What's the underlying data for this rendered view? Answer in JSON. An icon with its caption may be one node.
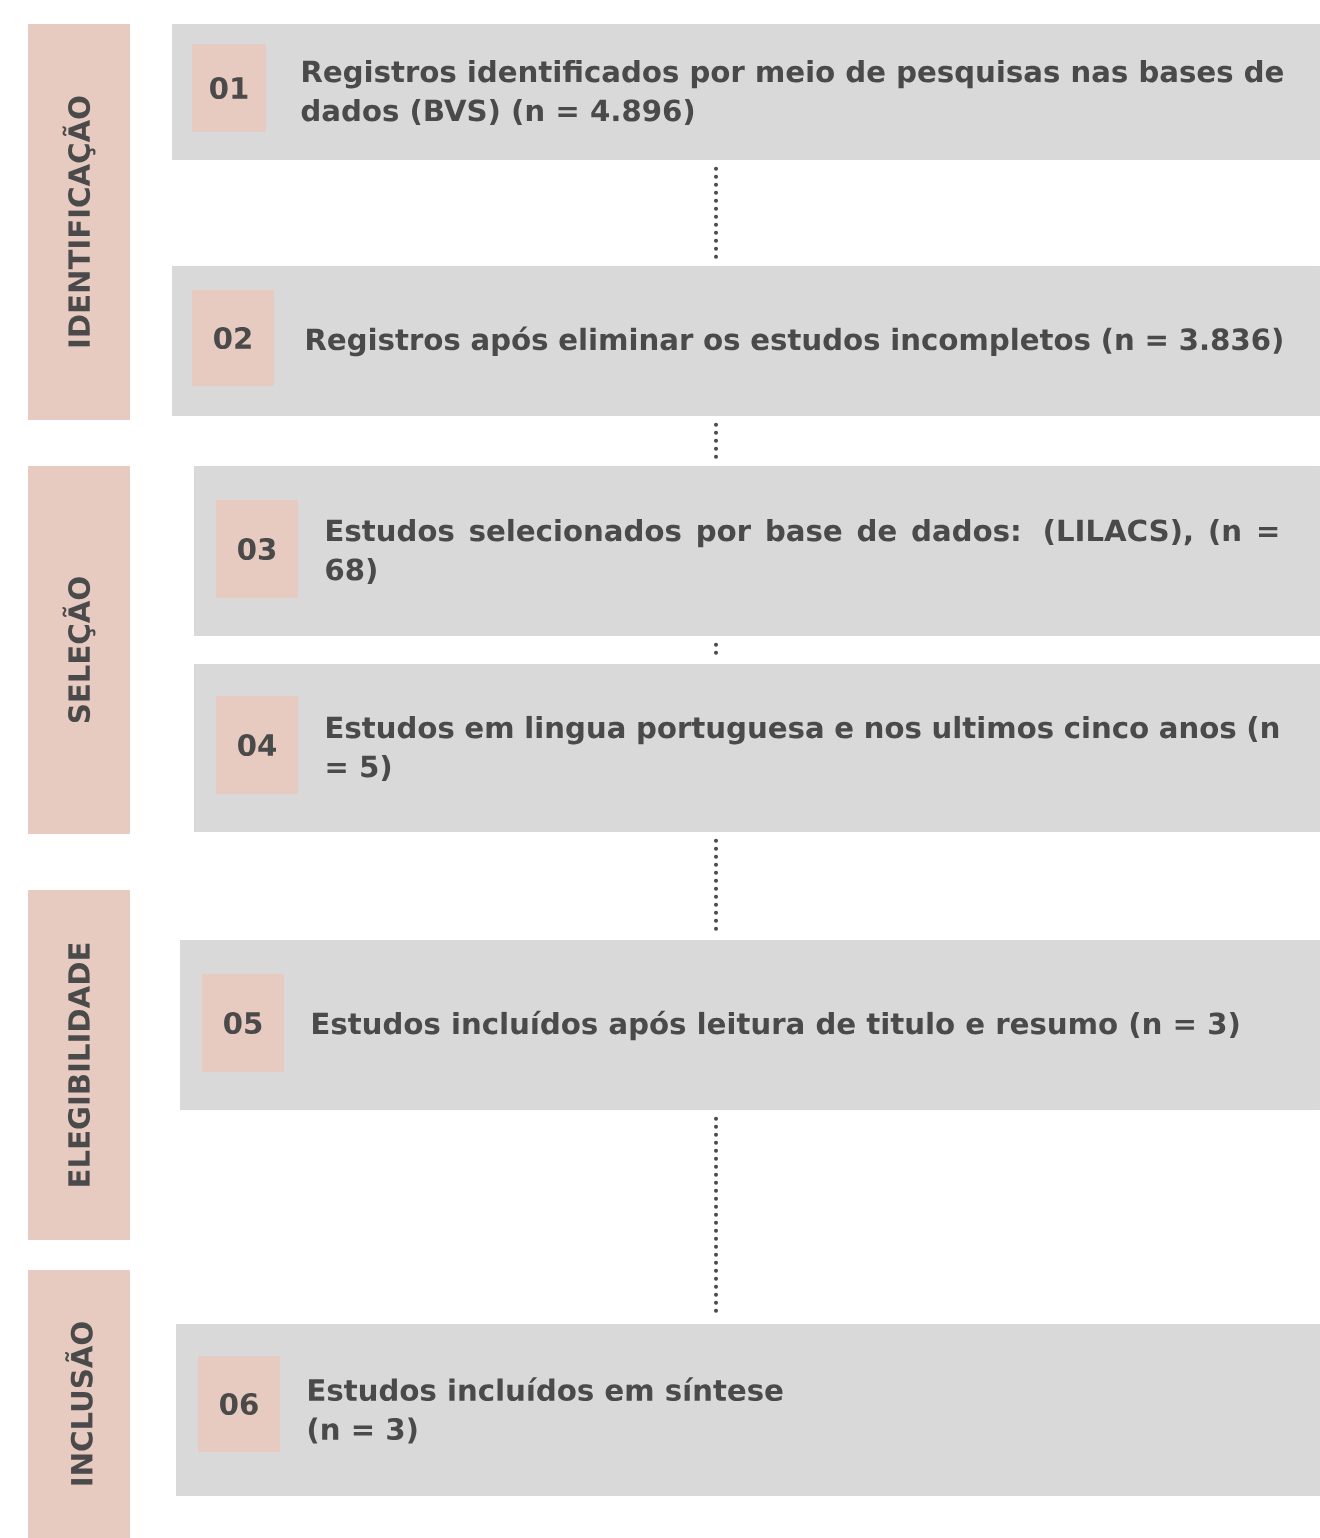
{
  "diagram": {
    "nodes": [
      {
        "text": [
          "IDENTIFICAÇÃO"
        ]
      },
      {
        "text": [
          "01",
          "Registros identificados por meio de pesquisas nas bases de dados (BVS) (n = 4.896)"
        ]
      },
      {
        "text": [
          "02",
          "Registros após eliminar os estudos incompletos (n = 3.836)"
        ]
      },
      {
        "text": [
          "SELEÇÃO"
        ]
      },
      {
        "text": [
          "03",
          "Estudos selecionados por base de dados: (LILACS), (n = 68)"
        ]
      },
      {
        "text": [
          "04",
          "Estudos em lingua portuguesa e nos ultimos cinco anos (n = 5)"
        ]
      },
      {
        "text": [
          "ELEGIBILIDADE"
        ]
      },
      {
        "text": [
          "05",
          "Estudos incluídos após leitura de titulo e resumo (n = 3)"
        ]
      },
      {
        "text": [
          "INCLUSÃO"
        ]
      },
      {
        "text": [
          "06",
          "Estudos incluídos em síntese (n = 3)"
        ]
      }
    ],
    "edges": [
      {
        "from": 1,
        "to": 2,
        "arrow": "none",
        "style": "dashed"
      },
      {
        "from": 2,
        "to": 4,
        "arrow": "none",
        "style": "dashed"
      },
      {
        "from": 4,
        "to": 5,
        "arrow": "none",
        "style": "dashed"
      },
      {
        "from": 5,
        "to": 7,
        "arrow": "none",
        "style": "dashed"
      },
      {
        "from": 7,
        "to": 9,
        "arrow": "none",
        "style": "dashed"
      }
    ]
  }
}
